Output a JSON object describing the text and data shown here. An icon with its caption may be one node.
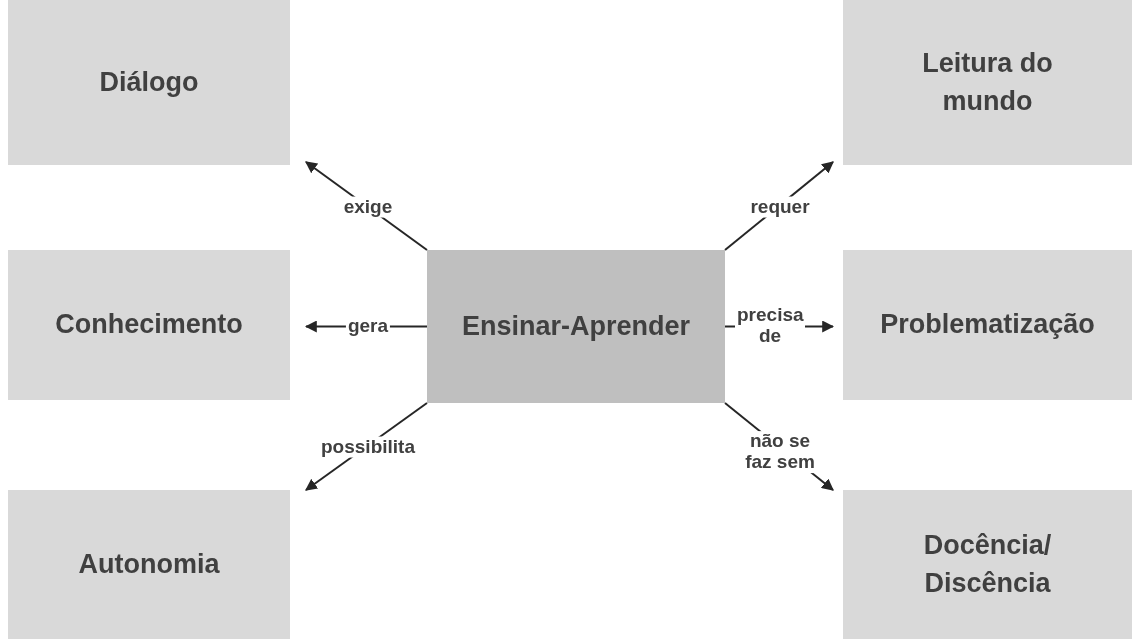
{
  "diagram": {
    "nodes": [
      {
        "text": [
          "Diálogo"
        ]
      },
      {
        "text": [
          "Leitura do mundo"
        ]
      },
      {
        "text": [
          "Conhecimento"
        ]
      },
      {
        "text": [
          "Ensinar-Aprender"
        ]
      },
      {
        "text": [
          "Problematização"
        ]
      },
      {
        "text": [
          "Autonomia"
        ]
      },
      {
        "text": [
          "Docência/ Discência"
        ]
      }
    ],
    "edges": [
      {
        "from": 3,
        "to": 0,
        "arrow": "to",
        "label": "exige"
      },
      {
        "from": 3,
        "to": 1,
        "arrow": "to",
        "label": "requer"
      },
      {
        "from": 3,
        "to": 2,
        "arrow": "to",
        "label": "gera"
      },
      {
        "from": 3,
        "to": 4,
        "arrow": "to",
        "label": "precisa de"
      },
      {
        "from": 3,
        "to": 5,
        "arrow": "to",
        "label": "possibilita"
      },
      {
        "from": 3,
        "to": 6,
        "arrow": "to",
        "label": "não se faz sem"
      }
    ]
  }
}
